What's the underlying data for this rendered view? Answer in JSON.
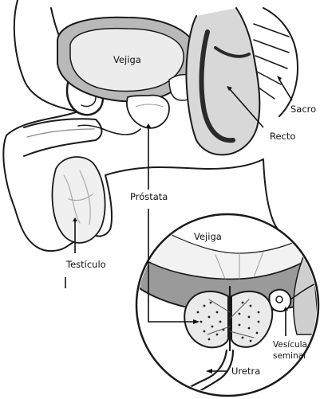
{
  "labels": {
    "vejiga_top": "Vejiga",
    "sacro": "Sacro",
    "recto": "Recto",
    "prostata": "Próstata",
    "testiculo": "Testículo",
    "vejiga_inset": "Vejiga",
    "vesicula_line1": "Vesícula",
    "vesicula_line2": "seminal",
    "uretra": "Uretra"
  },
  "colors": {
    "outline": "#1a1a1a",
    "tissue_gray": "#b9b9b9",
    "bladder_wall": "#9a9a9a",
    "rectum_dark": "#2a2a2a",
    "light_fill": "#f4f4f4"
  }
}
